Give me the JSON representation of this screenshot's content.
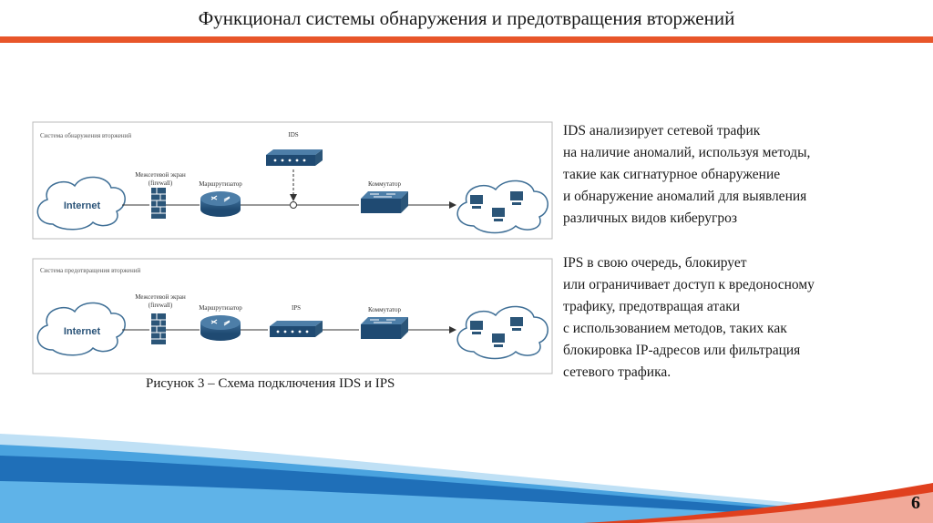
{
  "slide": {
    "title": "Функционал системы обнаружения и предотвращения вторжений",
    "page_number": "6",
    "accent_color": "#e8562a",
    "wave_colors": [
      "#1f6fb8",
      "#4aa3df",
      "#bfe0f5",
      "#e0401e"
    ]
  },
  "figure": {
    "caption": "Рисунок 3 – Схема подключения IDS и IPS",
    "ids_panel": {
      "title": "Система обнаружения вторжений",
      "internet_label": "Internet",
      "firewall_label_line1": "Межсетевой экран",
      "firewall_label_line2": "(firewall)",
      "router_label": "Маршрутизатор",
      "sensor_label": "IDS",
      "switch_label": "Коммутатор"
    },
    "ips_panel": {
      "title": "Система предотвращения вторжений",
      "internet_label": "Internet",
      "firewall_label_line1": "Межсетевой экран",
      "firewall_label_line2": "(firewall)",
      "router_label": "Маршрутизатор",
      "sensor_label": "IPS",
      "switch_label": "Коммутатор"
    }
  },
  "text": {
    "ids_lines": [
      "IDS анализирует сетевой трафик",
      "на наличие аномалий, используя методы,",
      "такие как сигнатурное обнаружение",
      "и обнаружение аномалий для выявления",
      "различных видов киберугроз"
    ],
    "ips_lines": [
      "IPS в свою очередь, блокирует",
      "или ограничивает доступ к вредоносному",
      "трафику, предотвращая атаки",
      "с использованием методов, таких как",
      "блокировка IP-адресов или фильтрация",
      "сетевого трафика."
    ]
  }
}
